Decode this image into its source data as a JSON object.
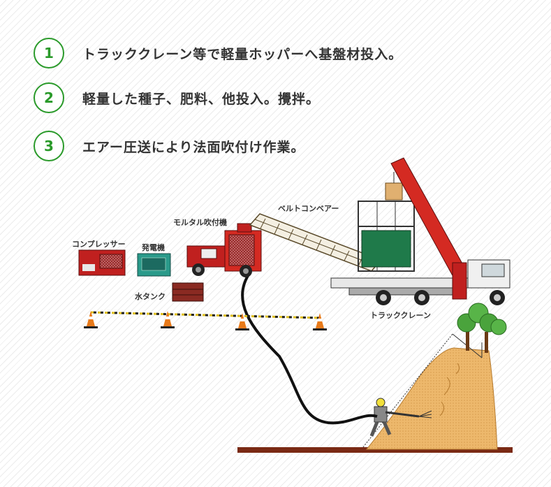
{
  "steps": [
    {
      "number": "1",
      "text": "トラッククレーン等で軽量ホッパーへ基盤材投入。"
    },
    {
      "number": "2",
      "text": "軽量した種子、肥料、他投入。攪拌。"
    },
    {
      "number": "3",
      "text": "エアー圧送により法面吹付け作業。"
    }
  ],
  "labels": {
    "compressor": "コンプレッサー",
    "generator": "発電機",
    "water_tank": "水タンク",
    "mortar_sprayer": "モルタル吹付機",
    "belt_conveyor": "ベルトコンベアー",
    "truck_crane": "トラッククレーン"
  },
  "colors": {
    "accent_green": "#2a9a2a",
    "machine_red": "#c0201f",
    "ground": "#7a2a14",
    "slope": "#e8b56b"
  }
}
